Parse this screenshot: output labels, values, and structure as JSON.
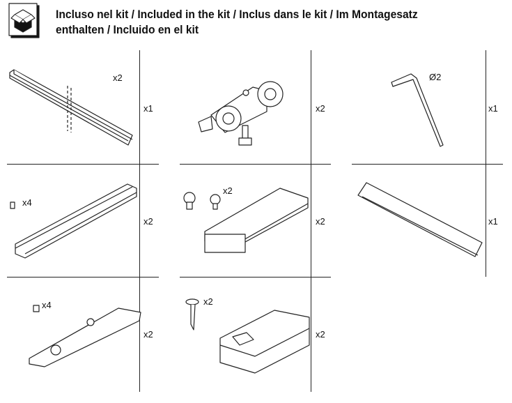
{
  "header": {
    "icon": "open-box-icon",
    "title_line1": "Incluso nel kit / Included in the kit / Inclus dans le kit / Im Montagesatz",
    "title_line2": "enthalten / Incluido en el kit"
  },
  "items": [
    {
      "name": "track-rail",
      "quantity": "x1",
      "extra": "x2"
    },
    {
      "name": "roller-carriage",
      "quantity": "x2"
    },
    {
      "name": "allen-key",
      "quantity": "x1",
      "extra": "Ø2"
    },
    {
      "name": "mounting-profile",
      "quantity": "x2",
      "extra": "x4"
    },
    {
      "name": "bracket-plate",
      "quantity": "x2",
      "extra": "x2"
    },
    {
      "name": "cover-strip",
      "quantity": "x1"
    },
    {
      "name": "guide-plate",
      "quantity": "x2",
      "extra": "x4"
    },
    {
      "name": "floor-guide",
      "quantity": "x2",
      "extra": "x2"
    }
  ]
}
